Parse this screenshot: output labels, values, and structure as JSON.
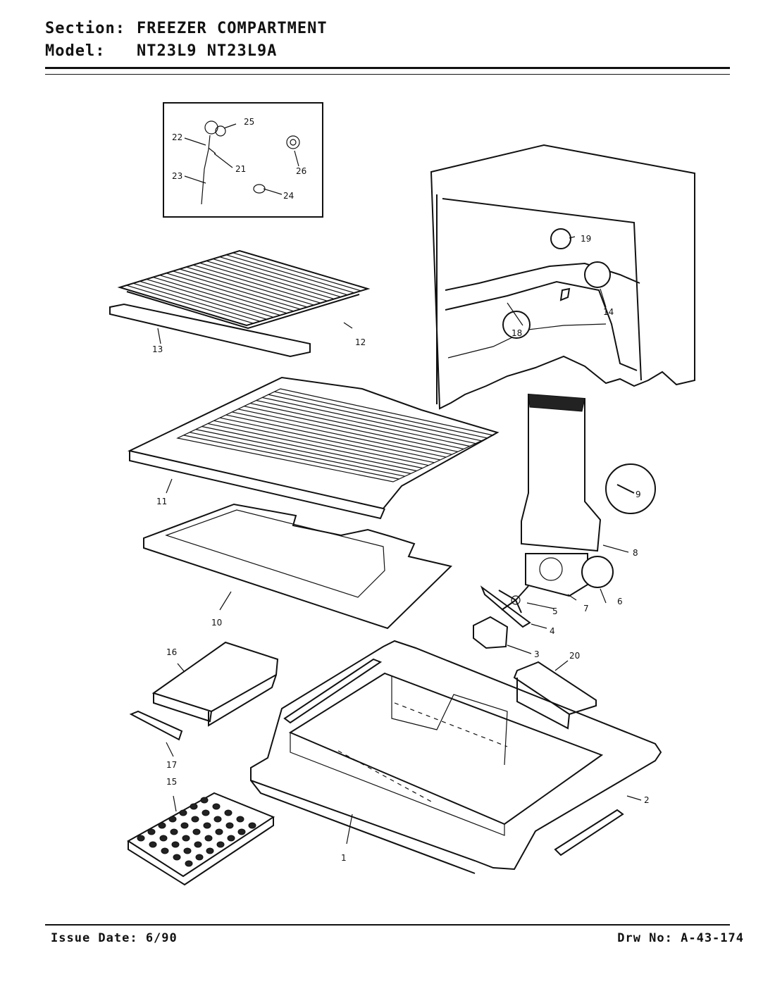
{
  "header": {
    "section_label": "Section:",
    "section_value": "FREEZER COMPARTMENT",
    "model_label": "Model:",
    "model_value": "NT23L9  NT23L9A"
  },
  "footer": {
    "issue": "Issue Date: 6/90",
    "drawing": "Drw No: A-43-174"
  },
  "callouts": [
    "1",
    "2",
    "3",
    "4",
    "5",
    "6",
    "7",
    "8",
    "9",
    "10",
    "11",
    "12",
    "13",
    "14",
    "15",
    "16",
    "17",
    "18",
    "19",
    "20",
    "21",
    "22",
    "23",
    "24",
    "25",
    "26"
  ]
}
